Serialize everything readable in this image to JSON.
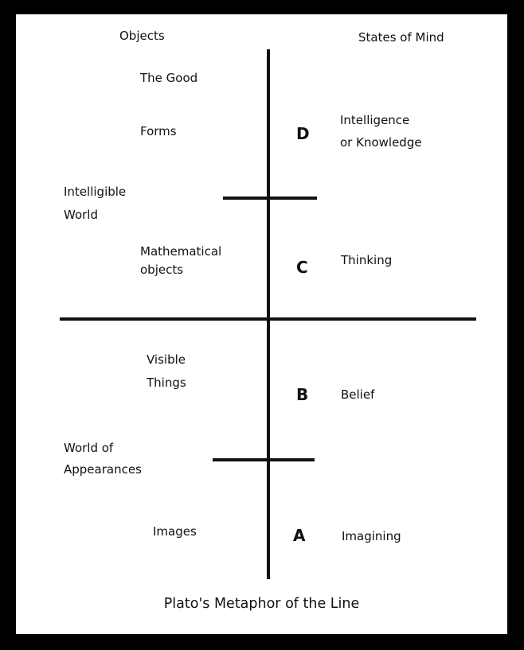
{
  "title": "Plato's Metaphor of the Line",
  "headers": {
    "objects": "Objects",
    "states": "States of Mind"
  },
  "objects": {
    "good": "The Good",
    "forms": "Forms",
    "math_1": "Mathematical",
    "math_2": "objects",
    "visible_1": "Visible",
    "visible_2": "Things",
    "images": "Images"
  },
  "worlds": {
    "intelligible_1": "Intelligible",
    "intelligible_2": "World",
    "appearances_1": "World of",
    "appearances_2": "Appearances"
  },
  "segments": {
    "d": "D",
    "c": "C",
    "b": "B",
    "a": "A"
  },
  "states": {
    "intelligence_1": "Intelligence",
    "intelligence_2": "or Knowledge",
    "thinking": "Thinking",
    "belief": "Belief",
    "imagining": "Imagining"
  },
  "colors": {
    "background": "#ffffff",
    "border": "#000000",
    "ink": "#111111"
  }
}
